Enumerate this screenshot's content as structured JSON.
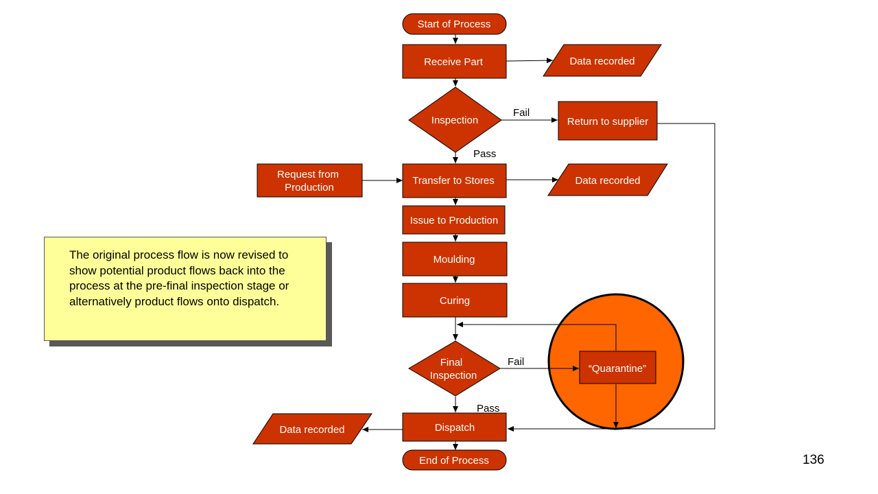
{
  "nodes": {
    "start": "Start of Process",
    "receive_part": "Receive Part",
    "data_recorded_1": "Data recorded",
    "inspection": "Inspection",
    "return_to_supplier": "Return to supplier",
    "request_line1": "Request from",
    "request_line2": "Production",
    "transfer_to_stores": "Transfer to Stores",
    "data_recorded_2": "Data recorded",
    "issue_to_production": "Issue  to Production",
    "moulding": "Moulding",
    "curing": "Curing",
    "final_inspection_line1": "Final",
    "final_inspection_line2": "Inspection",
    "quarantine": "“Quarantine”",
    "dispatch": "Dispatch",
    "data_recorded_3": "Data recorded",
    "end": "End of Process"
  },
  "edge_labels": {
    "inspection_fail": "Fail",
    "inspection_pass": "Pass",
    "final_fail": "Fail",
    "final_pass": "Pass"
  },
  "note": {
    "text": "The original process flow is now revised to show potential product flows back into the process at the pre-final inspection stage or alternatively product flows onto dispatch."
  },
  "page_number": "136",
  "colors": {
    "process_fill": "#cc3300",
    "quarantine_circle": "#ff6600",
    "note_fill": "#ffff99"
  }
}
